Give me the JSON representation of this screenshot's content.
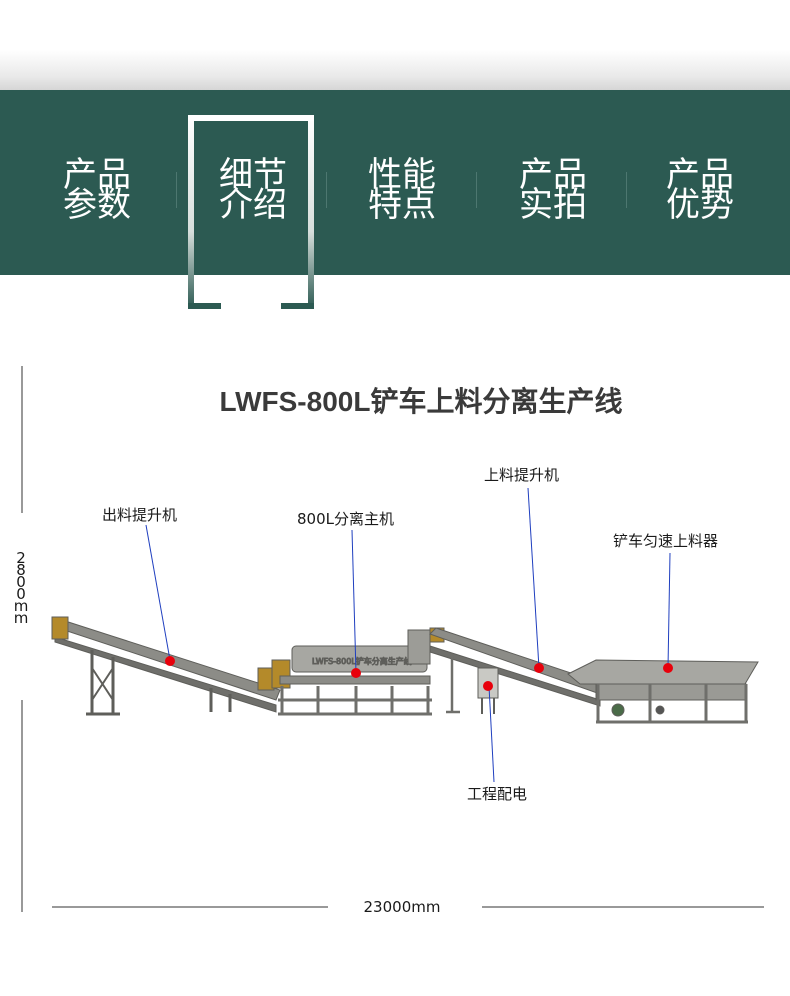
{
  "tabs": [
    {
      "line1": "产品",
      "line2": "参数",
      "active": false
    },
    {
      "line1": "细节",
      "line2": "介绍",
      "active": true
    },
    {
      "line1": "性能",
      "line2": "特点",
      "active": false
    },
    {
      "line1": "产品",
      "line2": "实拍",
      "active": false
    },
    {
      "line1": "产品",
      "line2": "优势",
      "active": false
    }
  ],
  "title": "LWFS-800L铲车上料分离生产线",
  "labels": {
    "discharge_elevator": "出料提升机",
    "separator_main": "800L分离主机",
    "feed_elevator": "上料提升机",
    "loader_feeder": "铲车匀速上料器",
    "power_distribution": "工程配电"
  },
  "machine_plate": "LWFS-800L铲车分离生产线",
  "dimensions": {
    "height": "2800mm",
    "length": "23000mm"
  },
  "colors": {
    "banner": "#2c5a52",
    "marker": "#e8000b",
    "leader_line": "#1f3fbf"
  }
}
